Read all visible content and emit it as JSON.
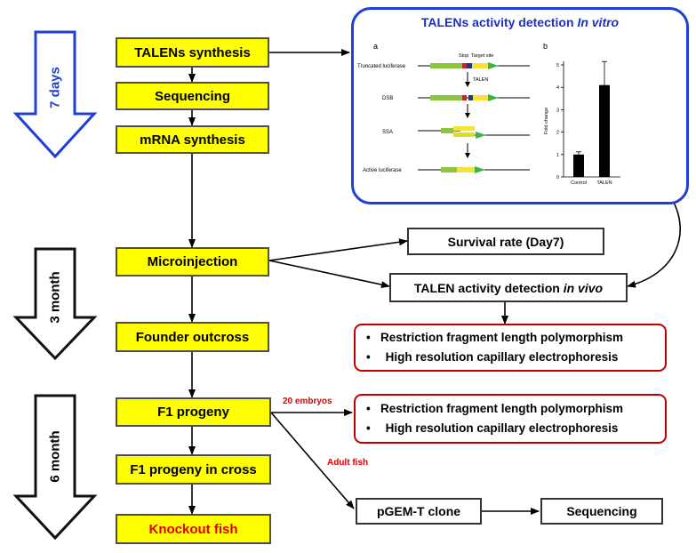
{
  "timeline": {
    "phase1": "7 days",
    "phase2": "3 month",
    "phase3": "6 month",
    "phase1_color": "#1f3fd6"
  },
  "steps": {
    "talens_synthesis": "TALENs synthesis",
    "sequencing": "Sequencing",
    "mrna_synthesis": "mRNA synthesis",
    "microinjection": "Microinjection",
    "founder_outcross": "Founder outcross",
    "f1_progeny": "F1 progeny",
    "f1_progeny_incross": "F1 progeny in cross",
    "knockout_fish": "Knockout fish"
  },
  "outcomes": {
    "survival_rate": "Survival rate (Day7)",
    "talen_in_vivo_prefix": "TALEN activity detection ",
    "talen_in_vivo_italic": "in vivo",
    "pgem_clone": "pGEM-T clone",
    "sequencing_final": "Sequencing"
  },
  "assays_1": [
    "Restriction fragment length polymorphism",
    "High resolution capillary electrophoresis"
  ],
  "assays_2": [
    "Restriction fragment length polymorphism",
    "High resolution capillary electrophoresis"
  ],
  "edge_labels": {
    "embryos": "20 embryos",
    "adult_fish": "Adult fish"
  },
  "in_vitro_panel": {
    "title_prefix": "TALENs activity detection ",
    "title_italic": "In vitro",
    "panel_a_label": "a",
    "panel_b_label": "b",
    "steps": [
      "Truncated luciferase",
      "DSB",
      "SSA",
      "Active luciferase"
    ],
    "stop_label": "Stop",
    "target_label": "Target site",
    "talen_label": "TALEN",
    "chart_ylabel": "Fold change",
    "chart_yticks": [
      "0",
      "1",
      "2",
      "3",
      "4",
      "5"
    ]
  },
  "chart_data": {
    "type": "bar",
    "categories": [
      "Control",
      "TALEN"
    ],
    "values": [
      1.0,
      4.1
    ],
    "errors": [
      0.12,
      1.05
    ],
    "ylabel": "Fold change",
    "ylim": [
      0,
      5
    ]
  },
  "colors": {
    "step_fill": "#ffff00",
    "assay_border": "#c00000",
    "edge_label": "#e00000",
    "panel_border": "#1f3fd6"
  }
}
